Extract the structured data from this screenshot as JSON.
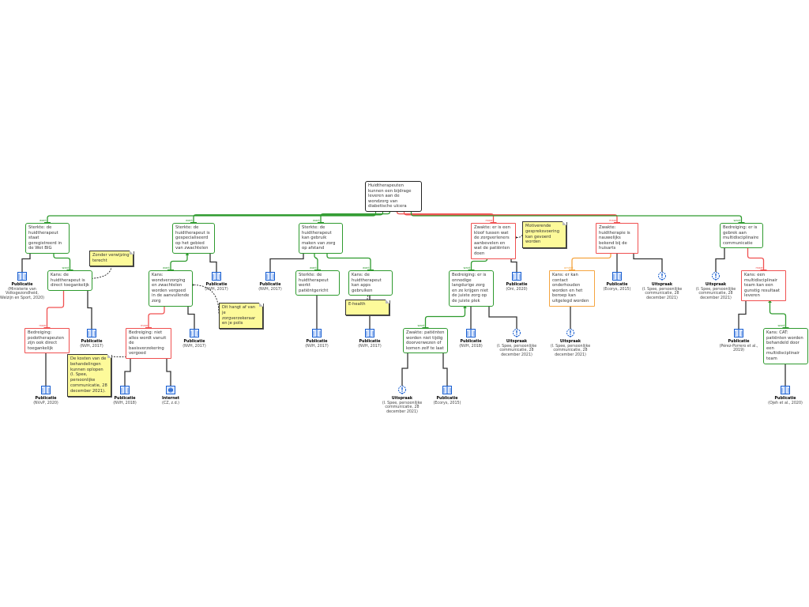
{
  "colors": {
    "pro": "#2e9a2e",
    "con": "#f05050",
    "mid": "#f5a540",
    "source": "#333333",
    "icon": "#1a5fd0",
    "note": "#fdfa9a"
  },
  "nodes": {
    "root": {
      "text": "Huidtherapeuten kunnen een bijdrage leveren aan de wondzorg van diabetische ulcera",
      "kind": "root"
    },
    "n1": {
      "text": "Sterkte: de huidtherapeut staat geregistreerd in de Wet BIG",
      "kind": "pro"
    },
    "n2": {
      "text": "Sterkte: de huidtherapeut is gespecialiseerd op het gebied van zwachtelen",
      "kind": "pro"
    },
    "n3": {
      "text": "Sterkte: de huidtherapeut kan gebruik maken van zorg op afstand",
      "kind": "pro"
    },
    "n4": {
      "text": "Zwakte: er is een kloof tussen wat de zorgverleners aanbevelen en wat de patiënten doen",
      "kind": "con"
    },
    "n5": {
      "text": "Zwakte: huidtherapie is nauwelijks bekend bij de huisarts",
      "kind": "con"
    },
    "n6": {
      "text": "Bedreiging: er is gebrek aan multidisciplinaire communicatie",
      "kind": "pro"
    },
    "n1a": {
      "text": "Kans: de huidtherapeut is direct toegankelijk",
      "kind": "pro"
    },
    "n1b": {
      "text": "Bedreiging: podotherapeuten zijn ook direct toegankelijk",
      "kind": "con"
    },
    "n2a": {
      "text": "Kans: wondverzorging en zwachtelen worden vergoed in de aanvullende zorg",
      "kind": "pro"
    },
    "n2b": {
      "text": "Bedreiging: niet alles wordt vanuit de basisverzekering vergoed",
      "kind": "con"
    },
    "n3a": {
      "text": "Sterkte: de huidtherapeut werkt patiëntgericht",
      "kind": "pro"
    },
    "n3b": {
      "text": "Kans: de huidtherapeut kan apps gebruiken",
      "kind": "pro"
    },
    "n4a": {
      "text": "Bedreiging: er is onnodige langdurige zorg en ze krijgen niet de juiste zorg op de juiste plek",
      "kind": "pro"
    },
    "n4b": {
      "text": "Zwakte: patiënten worden niet tijdig doorverwezen of komen zelf te laat",
      "kind": "pro"
    },
    "n5a": {
      "text": "Kans: er kan contact onderhouden worden en het beroep kan uitgelegd worden",
      "kind": "mid"
    },
    "n6a": {
      "text": "Kans: een multidisciplinair team kan een gunstig resultaat leveren",
      "kind": "con"
    },
    "n6b": {
      "text": "Kans: CAT: patiënten worden behandeld door een multidisciplinair team",
      "kind": "pro"
    }
  },
  "notes": {
    "m1": "Zonder verwijzing terecht",
    "m2": "Dit hangt af van je zorgverzekeraar en je polis",
    "m3": "De kosten van de behandelingen kunnen oplopen (I. Spee, persoonlijke communicatie, 28 december 2021).",
    "m4": "E-health",
    "m5": "Motiverende gespreksvoering kan gevoerd worden"
  },
  "sources": {
    "s1": {
      "type": "Publicatie",
      "icon": "book-icon",
      "cite": "(Ministerie van Volksgezondheid, Welzijn en Sport, 2020)"
    },
    "s2": {
      "type": "Publicatie",
      "icon": "book-icon",
      "cite": "(NVH, 2017)"
    },
    "s3": {
      "type": "Publicatie",
      "icon": "book-icon",
      "cite": "(NVvP, 2020)"
    },
    "s4": {
      "type": "Publicatie",
      "icon": "book-icon",
      "cite": "(NVH, 2017)"
    },
    "s5": {
      "type": "Publicatie",
      "icon": "book-icon",
      "cite": "(NVH, 2017)"
    },
    "s6": {
      "type": "Publicatie",
      "icon": "book-icon",
      "cite": "(NVH, 2018)"
    },
    "s7": {
      "type": "Internet",
      "icon": "globe-icon",
      "cite": "(CZ, z.d.)"
    },
    "s8": {
      "type": "Publicatie",
      "icon": "book-icon",
      "cite": "(NVH, 2017)"
    },
    "s9": {
      "type": "Publicatie",
      "icon": "book-icon",
      "cite": "(NVH, 2017)"
    },
    "s10": {
      "type": "Publicatie",
      "icon": "book-icon",
      "cite": "(NVH, 2017)"
    },
    "s11": {
      "type": "Publicatie",
      "icon": "book-icon",
      "cite": "(Oni, 2020)"
    },
    "s12": {
      "type": "Publicatie",
      "icon": "book-icon",
      "cite": "(NVH, 2018)"
    },
    "s13": {
      "type": "Uitspraak",
      "icon": "speech-icon",
      "cite": "(I. Spee, persoonlijke communicatie, 28 december 2021)"
    },
    "s14": {
      "type": "Uitspraak",
      "icon": "speech-icon",
      "cite": "(I. Spee, persoonlijke communicatie, 28 december 2021)"
    },
    "s15": {
      "type": "Publicatie",
      "icon": "book-icon",
      "cite": "(Ecorys, 2015)"
    },
    "s16": {
      "type": "Publicatie",
      "icon": "book-icon",
      "cite": "(Ecorys, 2015)"
    },
    "s17": {
      "type": "Uitspraak",
      "icon": "speech-icon",
      "cite": "(I. Spee, persoonlijke communicatie, 28 december 2021)"
    },
    "s18": {
      "type": "Uitspraak",
      "icon": "speech-icon",
      "cite": "(I. Spee, persoonlijke communicatie, 28 december 2021)"
    },
    "s19": {
      "type": "Uitspraak",
      "icon": "speech-icon",
      "cite": "(I. Spee, persoonlijke communicatie, 28 december 2021)"
    },
    "s20": {
      "type": "Publicatie",
      "icon": "book-icon",
      "cite": "(Pérez-Porrero et al., 2019)"
    },
    "s21": {
      "type": "Publicatie",
      "icon": "book-icon",
      "cite": "(Ojeh et al., 2020)"
    }
  },
  "relations": {
    "want": "want",
    "maar": "maar",
    "omdat": "omdat"
  },
  "edges": [
    {
      "child": "n1",
      "parent": "root",
      "rel": "want"
    },
    {
      "child": "n2",
      "parent": "root",
      "rel": "want"
    },
    {
      "child": "n3",
      "parent": "root",
      "rel": "want"
    },
    {
      "child": "n4",
      "parent": "root",
      "rel": "maar"
    },
    {
      "child": "n5",
      "parent": "root",
      "rel": "maar"
    },
    {
      "child": "n6",
      "parent": "root",
      "rel": "want"
    },
    {
      "child": "n1a",
      "parent": "n1",
      "rel": "want"
    },
    {
      "child": "n1b",
      "parent": "n1a",
      "rel": "maar"
    },
    {
      "child": "n2a",
      "parent": "n2",
      "rel": "want"
    },
    {
      "child": "n2b",
      "parent": "n2a",
      "rel": "maar"
    },
    {
      "child": "n3a",
      "parent": "n3",
      "rel": "want"
    },
    {
      "child": "n3b",
      "parent": "n3",
      "rel": "want"
    },
    {
      "child": "n4a",
      "parent": "n4",
      "rel": "want"
    },
    {
      "child": "n4b",
      "parent": "n4a",
      "rel": "want"
    },
    {
      "child": "n5a",
      "parent": "n5",
      "rel": "omdat"
    },
    {
      "child": "n6a",
      "parent": "n6",
      "rel": "maar"
    },
    {
      "child": "n6b",
      "parent": "n6a",
      "rel": "want"
    }
  ],
  "source_links": [
    [
      "s1",
      "n1"
    ],
    [
      "s2",
      "n1a"
    ],
    [
      "s3",
      "n1b"
    ],
    [
      "s4",
      "n2"
    ],
    [
      "s5",
      "n2a"
    ],
    [
      "s6",
      "n2b"
    ],
    [
      "s7",
      "n2b"
    ],
    [
      "s8",
      "n3"
    ],
    [
      "s9",
      "n3a"
    ],
    [
      "s10",
      "n3b"
    ],
    [
      "s11",
      "n4"
    ],
    [
      "s12",
      "n4a"
    ],
    [
      "s13",
      "n4a"
    ],
    [
      "s14",
      "n4b"
    ],
    [
      "s15",
      "n4b"
    ],
    [
      "s16",
      "n5"
    ],
    [
      "s17",
      "n5"
    ],
    [
      "s18",
      "n5a"
    ],
    [
      "s19",
      "n6"
    ],
    [
      "s20",
      "n6a"
    ],
    [
      "s21",
      "n6b"
    ]
  ],
  "note_links": [
    [
      "m1",
      "n1a"
    ],
    [
      "m2",
      "n2a"
    ],
    [
      "m3",
      "n2b"
    ],
    [
      "m4",
      "n3b"
    ],
    [
      "m5",
      "n4"
    ]
  ]
}
